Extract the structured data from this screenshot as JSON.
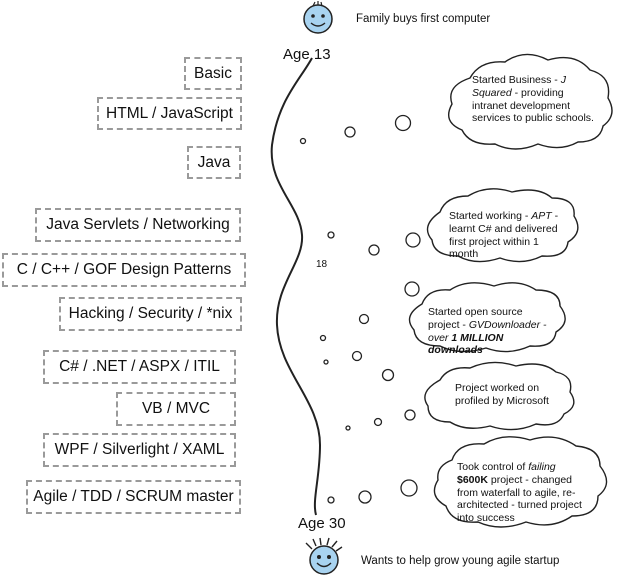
{
  "top_caption": "Family buys first computer",
  "bottom_caption": "Wants to help grow young agile startup",
  "age_start": "Age 13",
  "age_mid": "18",
  "age_end": "Age 30",
  "skills": [
    "Basic",
    "HTML / JavaScript",
    "Java",
    "Java Servlets / Networking",
    "C / C++ / GOF Design Patterns",
    "Hacking / Security / *nix",
    "C# / .NET / ASPX / ITIL",
    "VB / MVC",
    "WPF / Silverlight / XAML",
    "Agile / TDD / SCRUM master"
  ],
  "milestones": {
    "m1": {
      "a": "Started Business - ",
      "b": "J Squared",
      "c": " - providing intranet development services to public schools."
    },
    "m2": {
      "a": "Started working - ",
      "b": "APT",
      "c": " - learnt C# and delivered first project within 1 month"
    },
    "m3": {
      "a": "Started open source project - ",
      "b": "GVDownloader - over",
      "c": "1 MILLION downloads"
    },
    "m4": {
      "a": "Project worked on profiled by Microsoft"
    },
    "m5": {
      "a": "Took control of ",
      "b": "failing",
      "c": "$600K",
      "d": " project - changed from waterfall to agile, re-architected - turned project into success"
    }
  },
  "colors": {
    "face": "#a8d3f0",
    "stroke": "#222222",
    "dash": "#9a9a9a"
  }
}
